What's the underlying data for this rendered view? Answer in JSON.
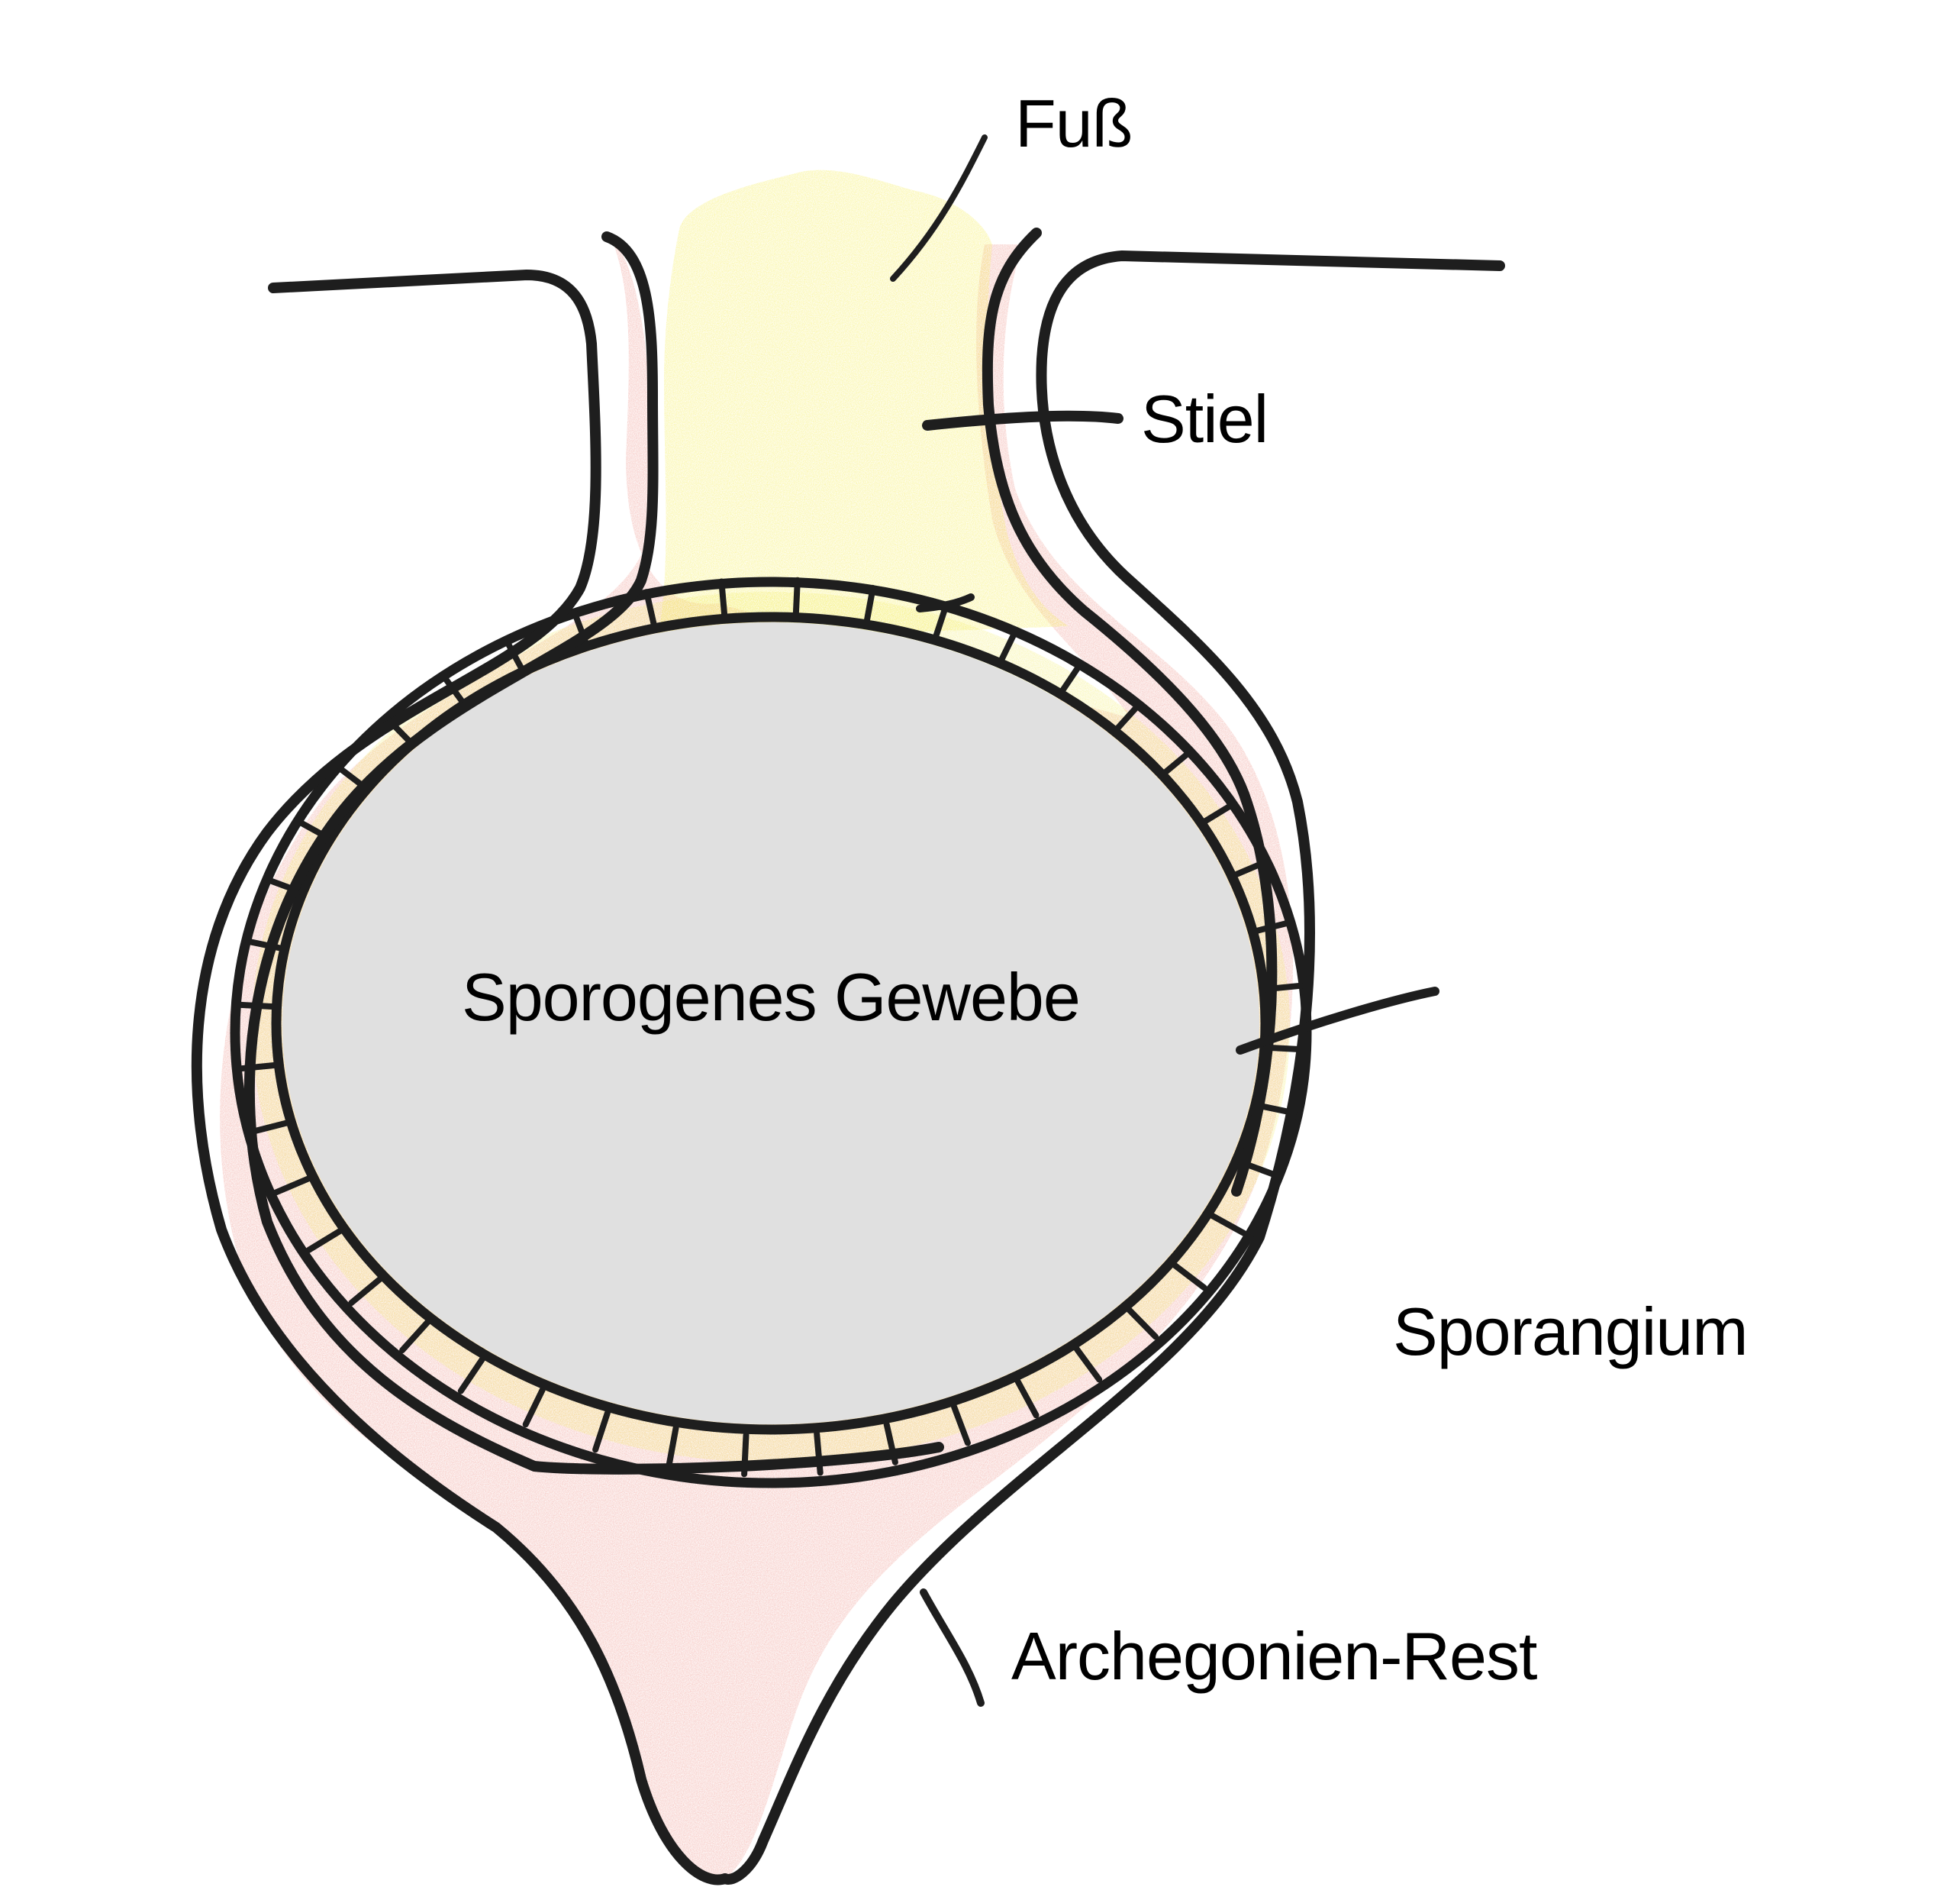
{
  "figure": {
    "title": "Sporophyt (Längsschnitt)",
    "labels": {
      "foot": "Fuß",
      "stalk": "Stiel",
      "sporogenous_tissue": "Sporogenes Gewebe",
      "sporangium": "Sporangium",
      "archegonium_remnant": "Archegonien-Rest"
    },
    "colors": {
      "outline": "#1e1e1e",
      "foot_yellow": "#f6ee5a",
      "layer_yellow": "#f3ee72",
      "tissue_gray": "#e0e0e0",
      "calyptra_pink": "#ec8a80",
      "background": "#ffffff"
    }
  }
}
